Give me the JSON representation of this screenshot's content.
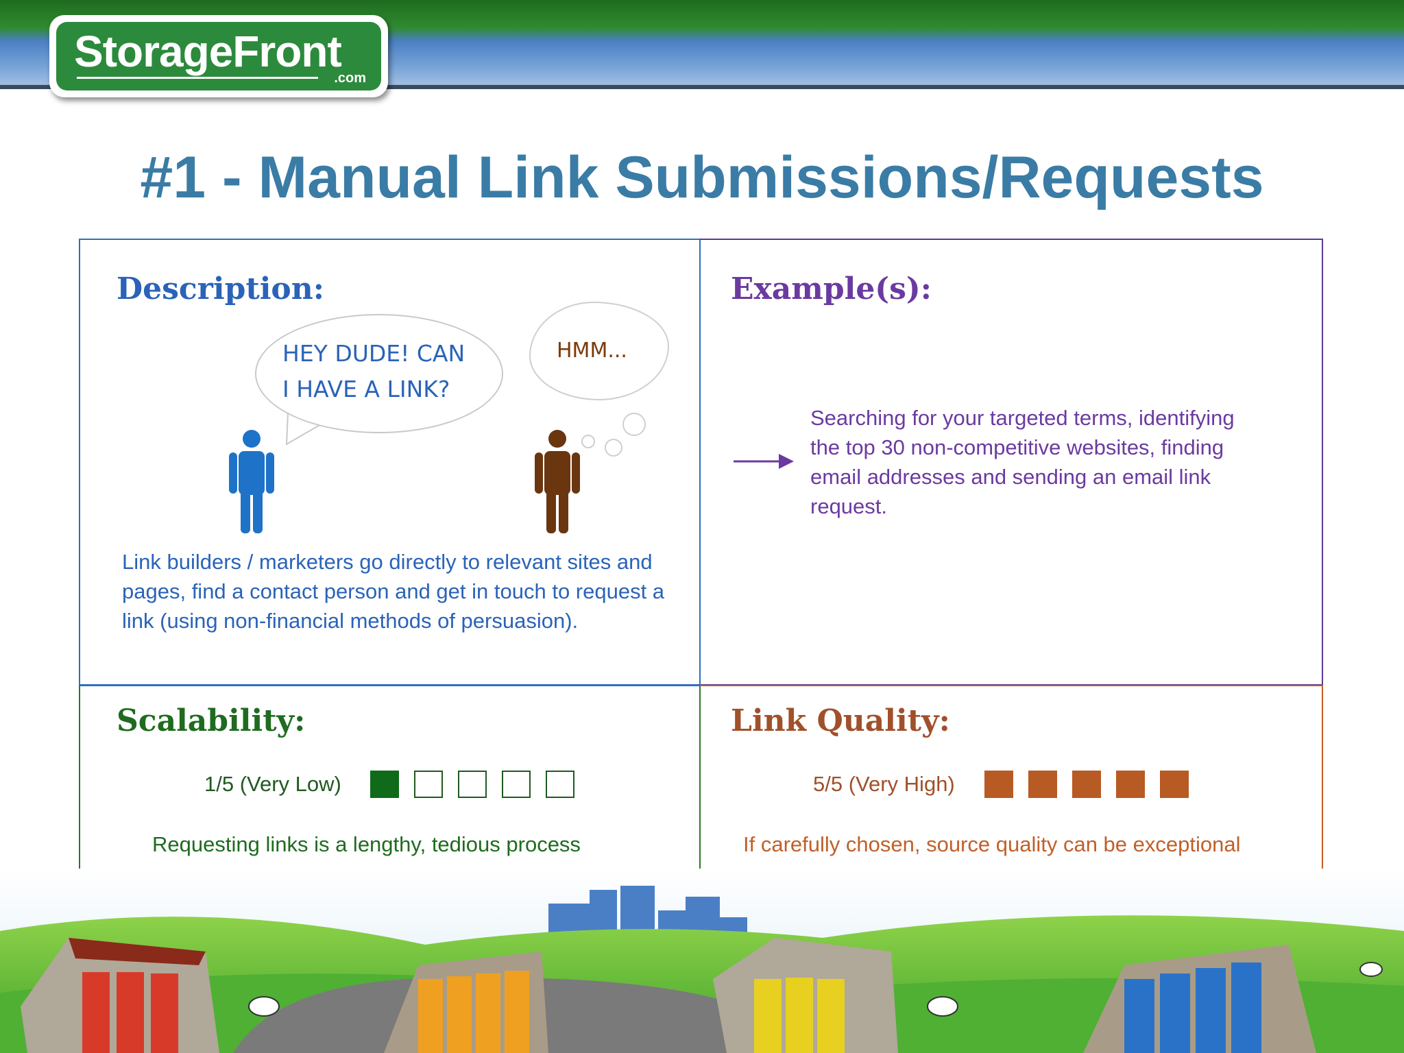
{
  "logo": {
    "name": "StorageFront",
    "suffix": ".com"
  },
  "title": "#1 - Manual Link Submissions/Requests",
  "description": {
    "heading": "Description:",
    "speech": [
      "HEY DUDE! CAN",
      "I HAVE A LINK?"
    ],
    "thought": "HMM...",
    "body": "Link builders / marketers go directly to relevant sites and pages, find a contact person and get in touch to request a link (using non-financial methods of persuasion)."
  },
  "examples": {
    "heading": "Example(s):",
    "body": "Searching for your targeted terms, identifying the top 30 non-competitive websites, finding email addresses and sending an email link request."
  },
  "scalability": {
    "heading": "Scalability:",
    "rating_label": "1/5 (Very Low)",
    "rating": 1,
    "max": 5,
    "note": "Requesting links is a lengthy, tedious process",
    "color": "#0f6b1a"
  },
  "link_quality": {
    "heading": "Link Quality:",
    "rating_label": "5/5 (Very High)",
    "rating": 5,
    "max": 5,
    "note": "If carefully chosen, source quality can be exceptional",
    "color": "#b85a24"
  }
}
